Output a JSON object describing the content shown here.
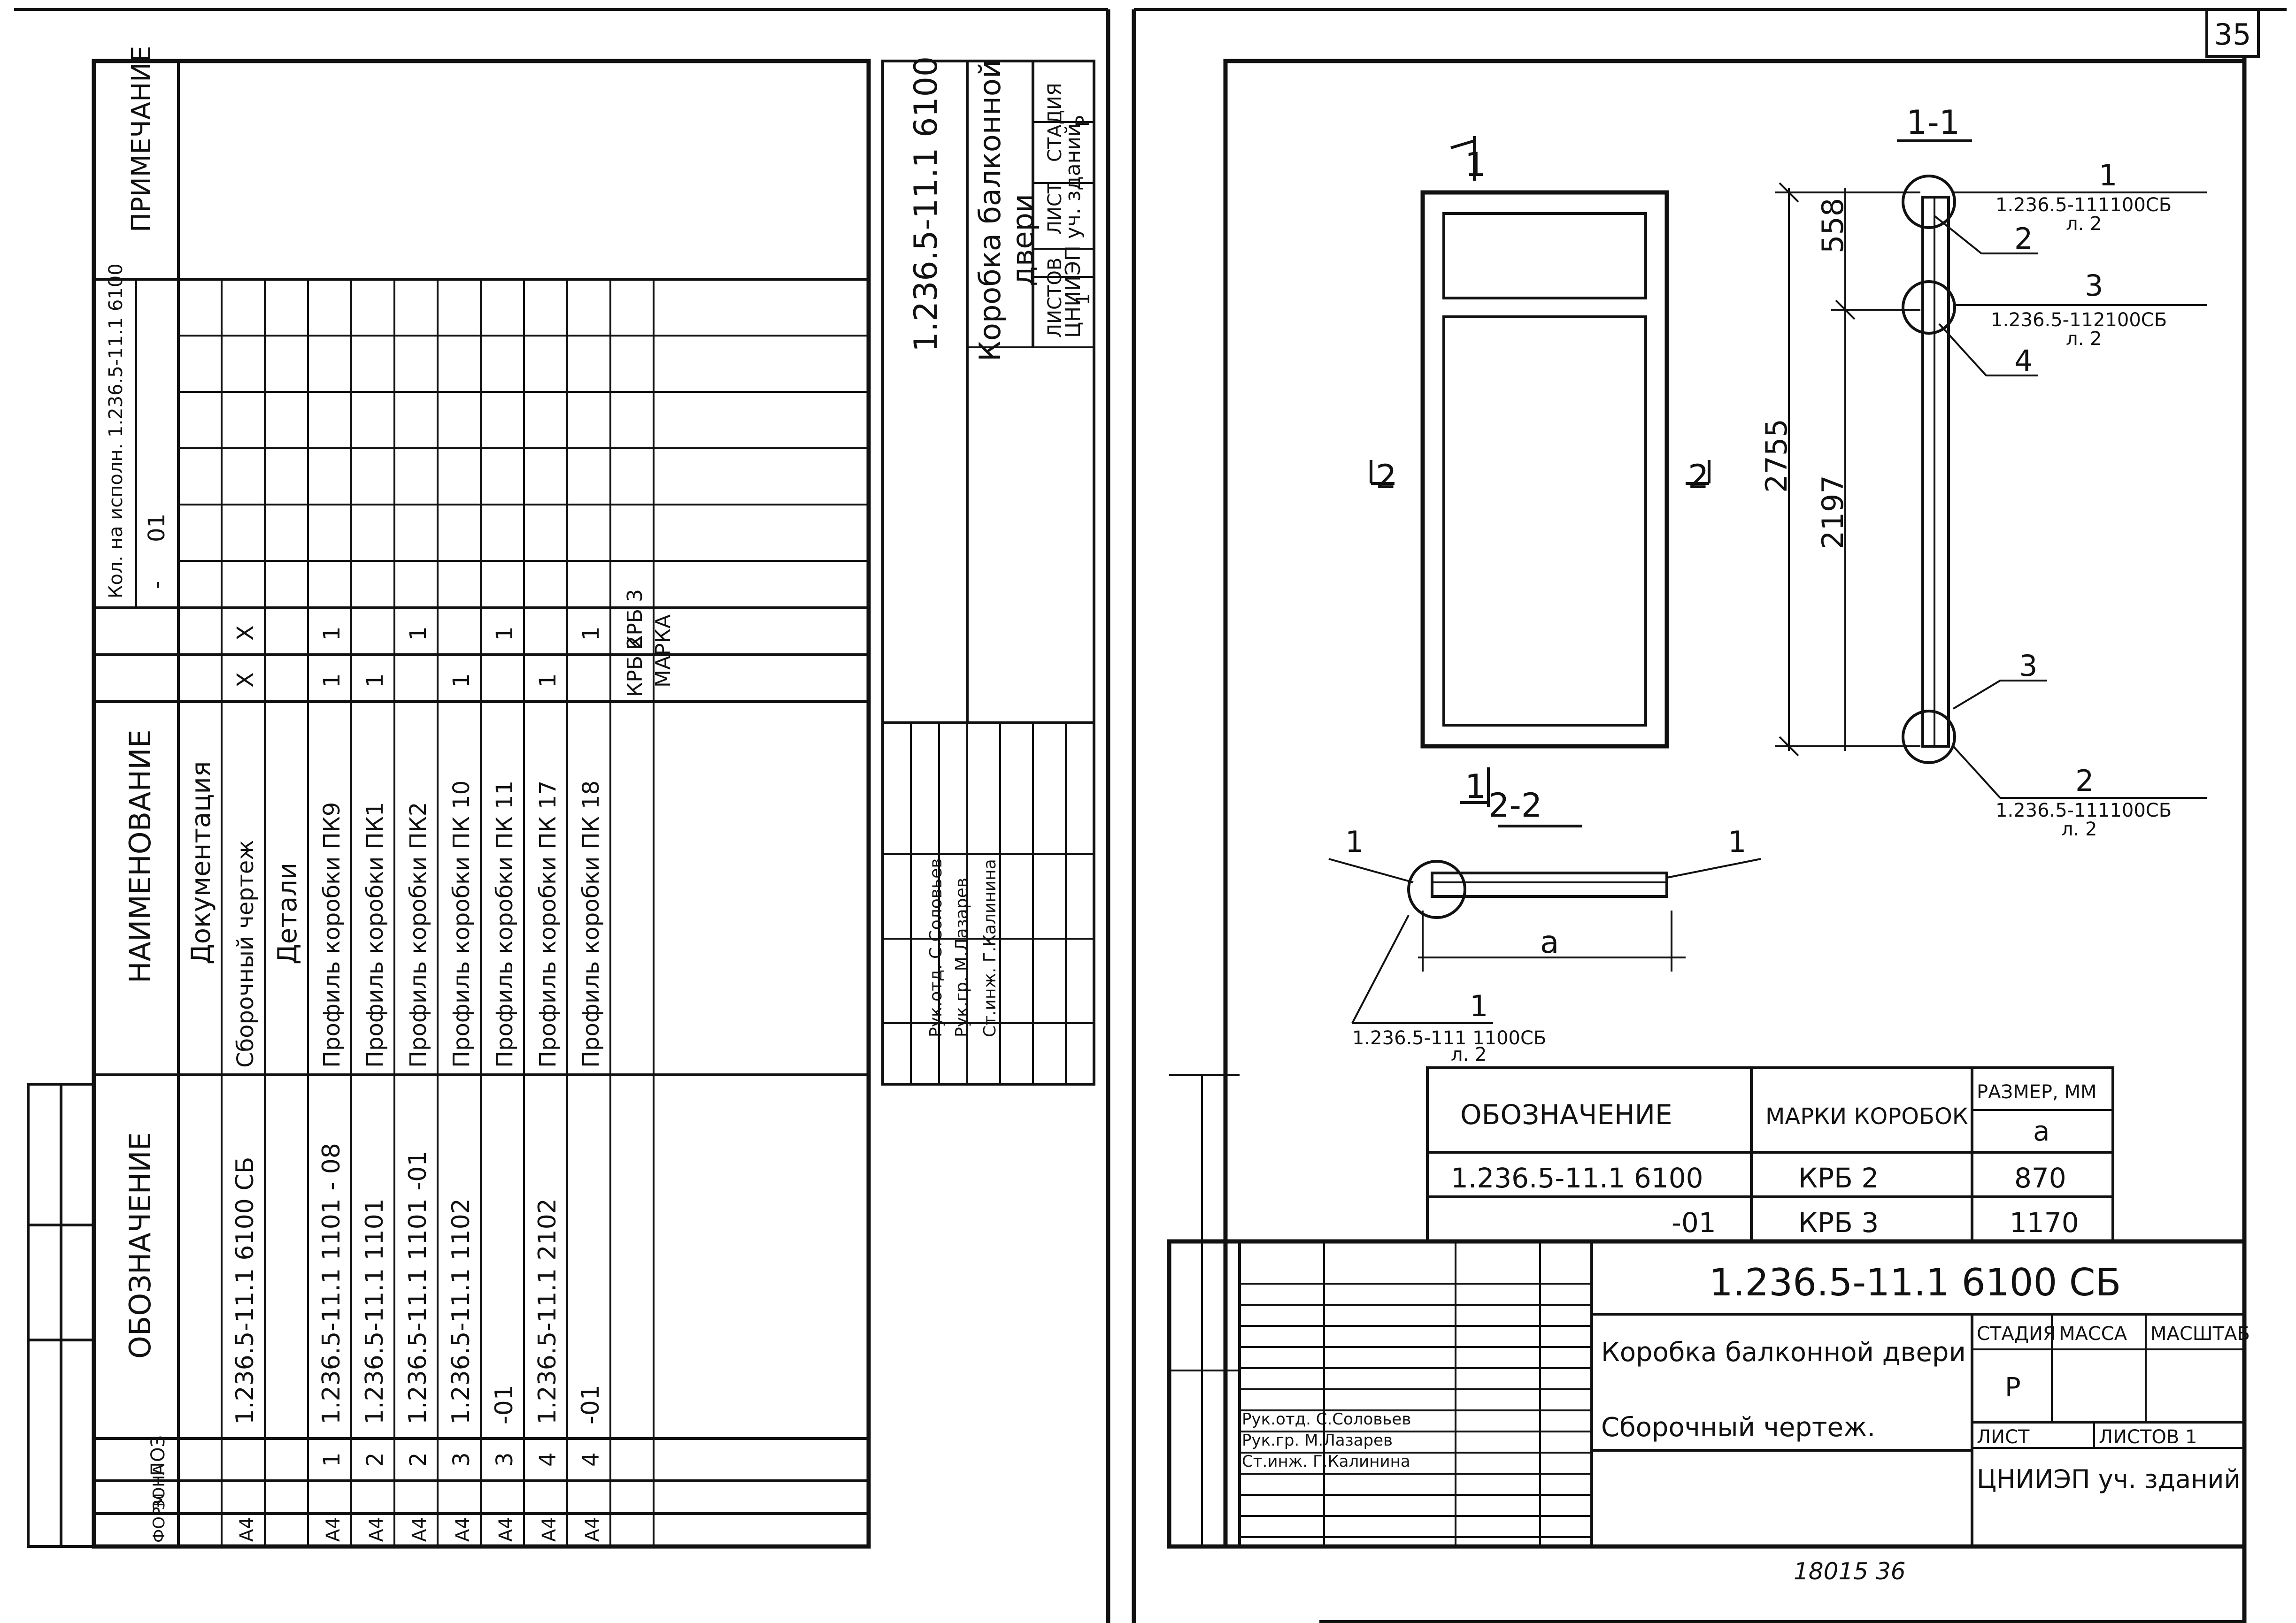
{
  "page": {
    "sheet_number": "35",
    "bottom_stamp": "18015   36"
  },
  "spec": {
    "headers": {
      "format": "ФОРМ.",
      "zone": "ЗОНА",
      "pos": "ПОЗ",
      "designation": "ОБОЗНАЧЕНИЕ",
      "name": "НАИМЕНОВАНИЕ",
      "qty": "Кол. на испoлн. 1.236.5-11.1 6100",
      "note": "ПРИМЕЧАНИЕ"
    },
    "variants": [
      "-",
      "01"
    ],
    "marks": [
      "КРБ 2",
      "КРБ 3"
    ],
    "mark_header": "МАРКА",
    "rows": [
      {
        "format": "",
        "pos": "",
        "designation": "",
        "name": "Документация",
        "q1": "",
        "q2": "",
        "section": true
      },
      {
        "format": "А4",
        "pos": "",
        "designation": "1.236.5-11.1 6100 СБ",
        "name": "Сборочный чертеж",
        "q1": "X",
        "q2": "X"
      },
      {
        "format": "",
        "pos": "",
        "designation": "",
        "name": "Детали",
        "q1": "",
        "q2": "",
        "section": true
      },
      {
        "format": "А4",
        "pos": "1",
        "designation": "1.236.5-11.1  1101 - 08",
        "name": "Профиль коробки ПК9",
        "q1": "1",
        "q2": "1"
      },
      {
        "format": "А4",
        "pos": "2",
        "designation": "1.236.5-11.1  1101",
        "name": "Профиль коробки ПК1",
        "q1": "1",
        "q2": ""
      },
      {
        "format": "А4",
        "pos": "2",
        "designation": "1.236.5-11.1  1101  -01",
        "name": "Профиль коробки ПК2",
        "q1": "",
        "q2": "1"
      },
      {
        "format": "А4",
        "pos": "3",
        "designation": "1.236.5-11.1  1102",
        "name": "Профиль коробки ПК 10",
        "q1": "1",
        "q2": ""
      },
      {
        "format": "А4",
        "pos": "3",
        "designation": "-01",
        "name": "Профиль коробки ПК 11",
        "q1": "",
        "q2": "1"
      },
      {
        "format": "А4",
        "pos": "4",
        "designation": "1.236.5-11.1  2102",
        "name": "Профиль коробки ПК 17",
        "q1": "1",
        "q2": ""
      },
      {
        "format": "А4",
        "pos": "4",
        "designation": "-01",
        "name": "Профиль коробки ПК 18",
        "q1": "",
        "q2": "1"
      }
    ]
  },
  "left_title": {
    "code": "1.236.5-11.1 6100",
    "name_line1": "Коробка балконной",
    "name_line2": "двери",
    "stage_h": "СТАДИЯ",
    "sheet_h": "ЛИСТ",
    "sheets_h": "ЛИСТОВ",
    "stage": "Р",
    "sheet": "",
    "sheets": "1",
    "org": "ЦНИИЭП уч. зданий",
    "signers": [
      {
        "role": "Рук.отд.",
        "name": "С.Соловьев"
      },
      {
        "role": "Рук.гр.",
        "name": "М.Лазарев"
      },
      {
        "role": "Ст.инж.",
        "name": "Г.Калинина"
      }
    ]
  },
  "drawing": {
    "elevation_marks": {
      "cut1": "1",
      "cut2": "2"
    },
    "section_11": "1-1",
    "section_22": "2-2",
    "dims": {
      "total": "2755",
      "top": "558",
      "bottom": "2197",
      "width": "a"
    },
    "callouts": [
      {
        "num": "1",
        "ref": "1.236.5-111100СБ",
        "sheet": "л. 2"
      },
      {
        "num": "2",
        "ref": "",
        "sheet": ""
      },
      {
        "num": "3",
        "ref": "1.236.5-112100СБ",
        "sheet": "л. 2"
      },
      {
        "num": "4",
        "ref": "",
        "sheet": ""
      },
      {
        "num": "3",
        "ref": "",
        "sheet": ""
      },
      {
        "num": "2",
        "ref": "1.236.5-111100СБ",
        "sheet": "л. 2"
      }
    ],
    "section22_callouts": {
      "left": "1",
      "right": "1",
      "bottom_num": "1",
      "bottom_ref": "1.236.5-111 1100СБ",
      "bottom_sheet": "л. 2"
    }
  },
  "size_table": {
    "h_designation": "ОБОЗНАЧЕНИЕ",
    "h_marks": "МАРКИ КОРОБОК",
    "h_size": "РАЗМЕР, ММ",
    "h_a": "a",
    "rows": [
      {
        "designation": "1.236.5-11.1 6100",
        "mark": "КРБ 2",
        "a": "870"
      },
      {
        "designation": "-01",
        "mark": "КРБ 3",
        "a": "1170"
      }
    ]
  },
  "right_title": {
    "code": "1.236.5-11.1 6100 СБ",
    "name": "Коробка балконной двери",
    "doc": "Сборочный чертеж.",
    "stage_h": "СТАДИЯ",
    "mass_h": "МАССА",
    "scale_h": "МАСШТАБ",
    "stage": "Р",
    "sheet_h": "ЛИСТ",
    "sheets_h": "ЛИСТОВ 1",
    "org": "ЦНИИЭП уч. зданий",
    "signers": [
      {
        "role": "Рук.отд.",
        "name": "С.Соловьев"
      },
      {
        "role": "Рук.гр.",
        "name": "М.Лазарев"
      },
      {
        "role": "Ст.инж.",
        "name": "Г.Калинина"
      }
    ]
  }
}
